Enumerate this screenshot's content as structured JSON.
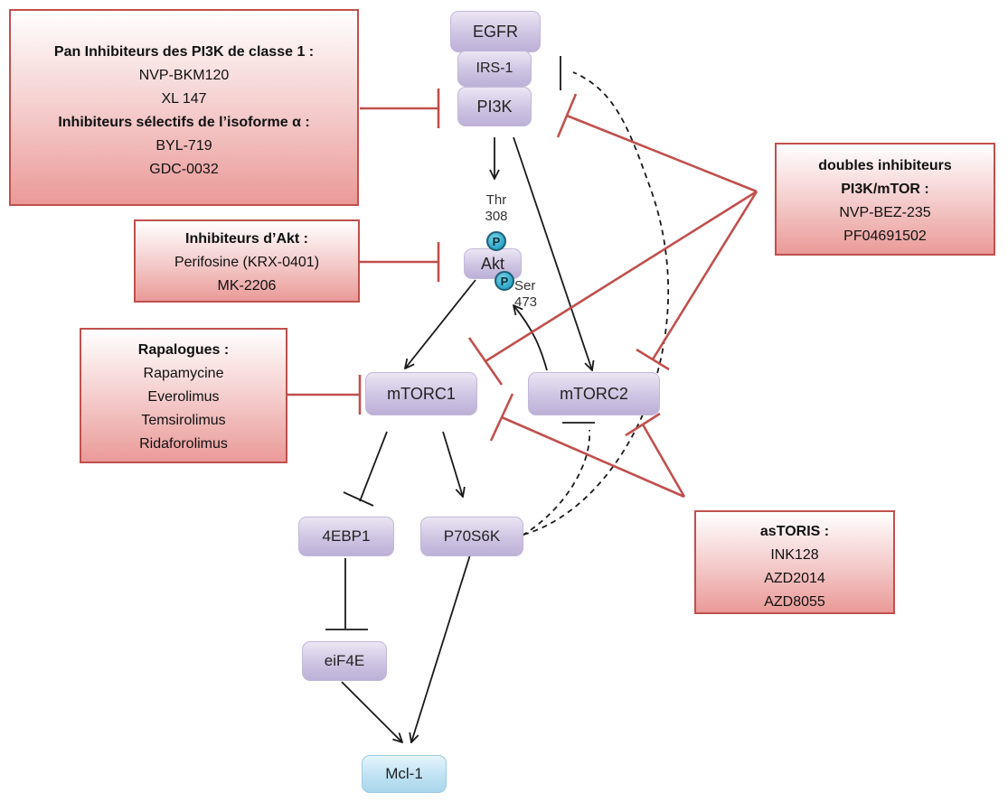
{
  "boxes": {
    "pan_title": "Pan Inhibiteurs des PI3K de classe 1 :",
    "pan_items": [
      "NVP-BKM120",
      "XL 147"
    ],
    "sel_title": "Inhibiteurs sélectifs de l’isoforme α :",
    "sel_items": [
      "BYL-719",
      "GDC-0032"
    ],
    "akt_title": "Inhibiteurs d’Akt :",
    "akt_items": [
      "Perifosine (KRX-0401)",
      "MK-2206"
    ],
    "rapa_title": "Rapalogues :",
    "rapa_items": [
      "Rapamycine",
      "Everolimus",
      "Temsirolimus",
      "Ridaforolimus"
    ],
    "dual_title_1": "doubles inhibiteurs",
    "dual_title_2": "PI3K/mTOR :",
    "dual_items": [
      "NVP-BEZ-235",
      "PF04691502"
    ],
    "astor_title": "asTORIS :",
    "astor_items": [
      "INK128",
      "AZD2014",
      "AZD8055"
    ]
  },
  "nodes": {
    "egfr": "EGFR",
    "irs1": "IRS-1",
    "pi3k": "PI3K",
    "akt": "Akt",
    "mtorc1": "mTORC1",
    "mtorc2": "mTORC2",
    "ebp1": "4EBP1",
    "p70": "P70S6K",
    "eif4e": "eiF4E",
    "mcl1": "Mcl-1"
  },
  "phospho": {
    "symbol": "P",
    "thr_1": "Thr",
    "thr_2": "308",
    "ser_1": "Ser",
    "ser_2": "473"
  },
  "colors": {
    "inhibitor_line": "#c0504d",
    "pathway_line": "#1a1a1a"
  }
}
